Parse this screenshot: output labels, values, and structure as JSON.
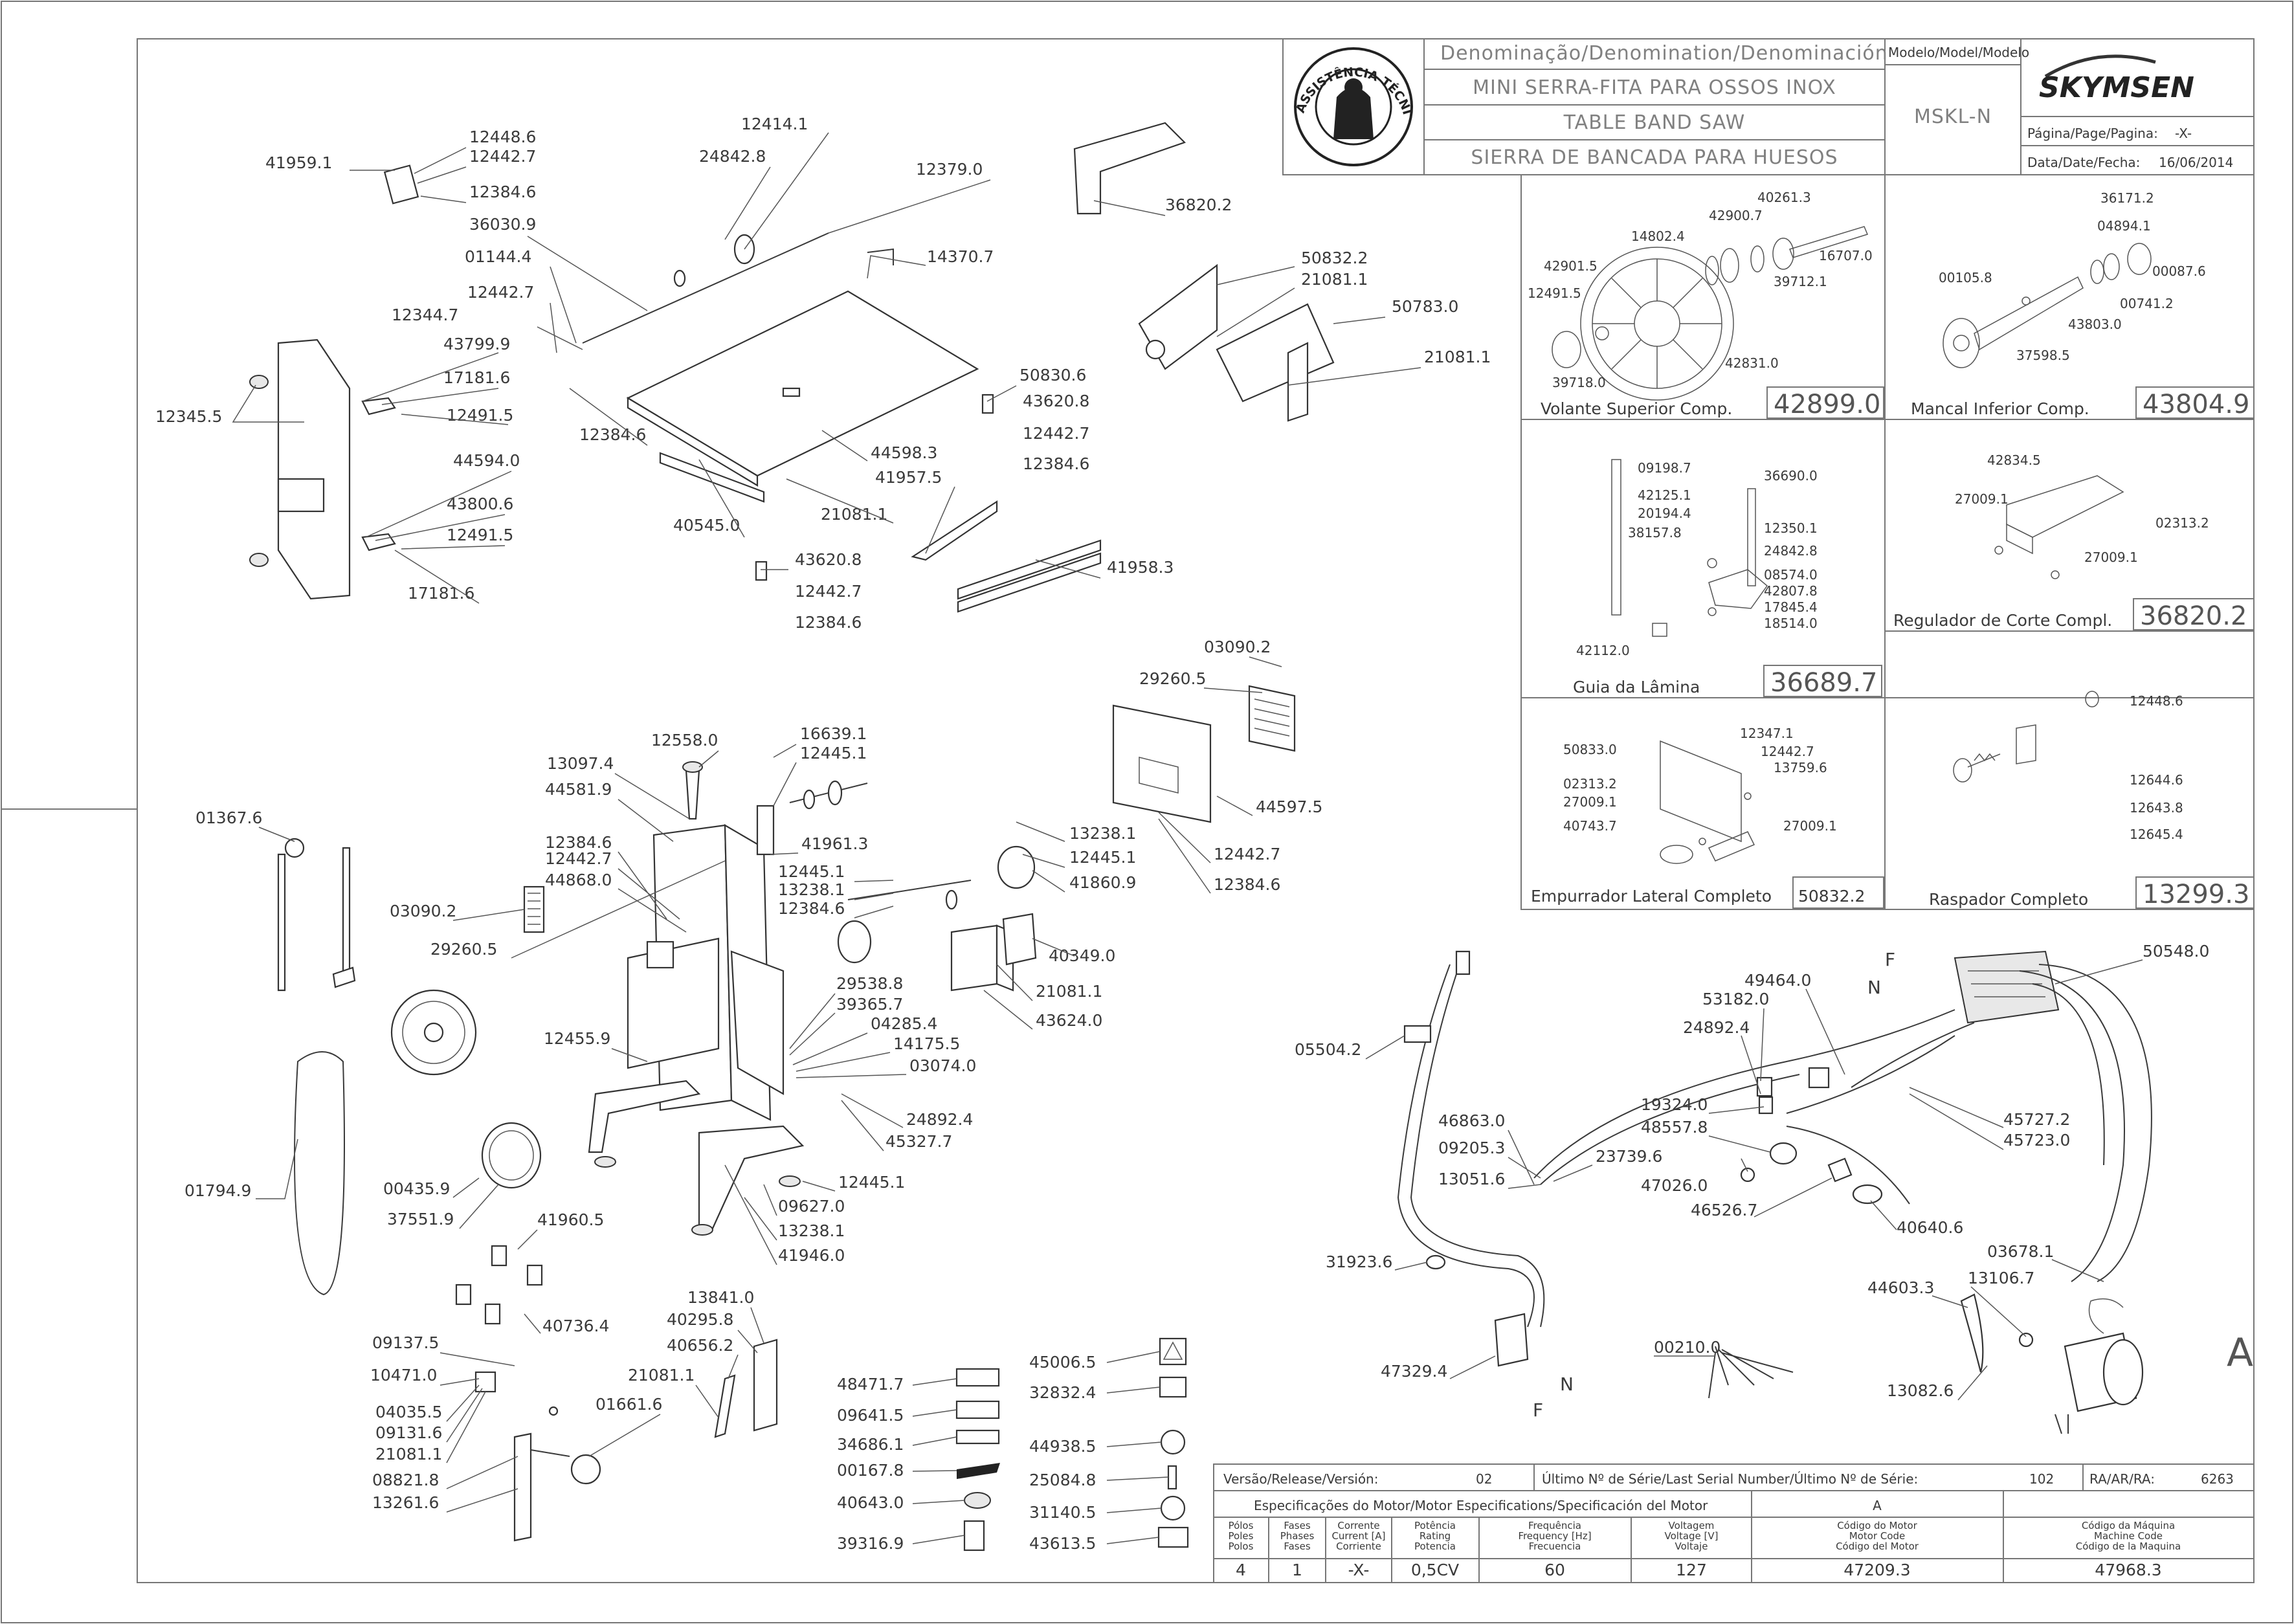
{
  "title_block": {
    "denomination_header": "Denominação/Denomination/Denominación",
    "names": [
      "MINI SERRA-FITA PARA OSSOS INOX",
      "TABLE BAND SAW",
      "SIERRA DE BANCADA PARA HUESOS"
    ],
    "model_header": "Modelo/Model/Modelo",
    "model": "MSKL-N",
    "brand": "SKYMSEN",
    "page_label": "Página/Page/Pagina:",
    "page_value": "-X-",
    "date_label": "Data/Date/Fecha:",
    "date_value": "16/06/2014",
    "seal_text": "ASSISTÊNCIA TÉCNICA AUTORIZADA"
  },
  "subassemblies": [
    {
      "title": "Volante Superior Comp.",
      "code": "42899.0",
      "parts": [
        "40261.3",
        "42900.7",
        "14802.4",
        "16707.0",
        "42901.5",
        "39712.1",
        "12491.5",
        "42831.0",
        "39718.0"
      ]
    },
    {
      "title": "Mancal Inferior Comp.",
      "code": "43804.9",
      "parts": [
        "36171.2",
        "04894.1",
        "00105.8",
        "00087.6",
        "00741.2",
        "43803.0",
        "37598.5"
      ]
    },
    {
      "title": "Guia da Lâmina",
      "code": "36689.7",
      "parts": [
        "09198.7",
        "36690.0",
        "42125.1",
        "20194.4",
        "38157.8",
        "12350.1",
        "24842.8",
        "08574.0",
        "42807.8",
        "17845.4",
        "18514.0",
        "42112.0"
      ]
    },
    {
      "title": "Regulador de Corte Compl.",
      "code": "36820.2",
      "parts": [
        "42834.5",
        "27009.1",
        "02313.2",
        "27009.1"
      ]
    },
    {
      "title": "Empurrador Lateral Completo",
      "code": "50832.2",
      "parts": [
        "12347.1",
        "50833.0",
        "12442.7",
        "13759.6",
        "02313.2",
        "27009.1",
        "40743.7",
        "27009.1"
      ]
    },
    {
      "title": "Raspador Completo",
      "code": "13299.3",
      "parts": [
        "12448.6",
        "12644.6",
        "12643.8",
        "12645.4"
      ]
    }
  ],
  "callouts": {
    "upper": [
      "41959.1",
      "12448.6",
      "12442.7",
      "12384.6",
      "36030.9",
      "12414.1",
      "24842.8",
      "12379.0",
      "01144.4",
      "12442.7",
      "12344.7",
      "12345.5",
      "43799.9",
      "17181.6",
      "12491.5",
      "12384.6",
      "44594.0",
      "43800.6",
      "12491.5",
      "17181.6",
      "14370.7",
      "40545.0",
      "44598.3",
      "21081.1",
      "41957.5",
      "36820.2",
      "50832.2",
      "21081.1",
      "50783.0",
      "21081.1",
      "50830.6",
      "43620.8",
      "12442.7",
      "12384.6",
      "41958.3",
      "43620.8",
      "12442.7",
      "12384.6"
    ],
    "middle": [
      "01367.6",
      "13097.4",
      "44581.9",
      "12384.6",
      "12442.7",
      "44868.0",
      "03090.2",
      "29260.5",
      "12558.0",
      "16639.1",
      "12445.1",
      "41961.3",
      "12445.1",
      "13238.1",
      "12384.6",
      "13238.1",
      "12445.1",
      "41860.9",
      "40349.0",
      "21081.1",
      "43624.0",
      "29538.8",
      "39365.7",
      "04285.4",
      "14175.5",
      "03074.0",
      "12455.9",
      "24892.4",
      "45327.7",
      "01794.9",
      "00435.9",
      "37551.9",
      "12445.1",
      "09627.0",
      "13238.1",
      "41946.0",
      "03090.2",
      "29260.5",
      "44597.5",
      "12442.7",
      "12384.6"
    ],
    "lower": [
      "41960.5",
      "40736.4",
      "09137.5",
      "10471.0",
      "04035.5",
      "09131.6",
      "21081.1",
      "08821.8",
      "13261.6",
      "13841.0",
      "40295.8",
      "40656.2",
      "21081.1",
      "01661.6"
    ],
    "labels": [
      {
        "code": "48471.7"
      },
      {
        "code": "09641.5"
      },
      {
        "code": "34686.1"
      },
      {
        "code": "00167.8"
      },
      {
        "code": "40643.0"
      },
      {
        "code": "39316.9"
      },
      {
        "code": "45006.5"
      },
      {
        "code": "32832.4"
      },
      {
        "code": "44938.5"
      },
      {
        "code": "25084.8"
      },
      {
        "code": "31140.5"
      },
      {
        "code": "43613.5"
      }
    ],
    "electric": [
      "05504.2",
      "46863.0",
      "09205.3",
      "23739.6",
      "13051.6",
      "31923.6",
      "47329.4",
      "49464.0",
      "53182.0",
      "24892.4",
      "19324.0",
      "48557.8",
      "47026.0",
      "46526.7",
      "40640.6",
      "50548.0",
      "45727.2",
      "45723.0",
      "03678.1",
      "44603.3",
      "13106.7",
      "13082.6",
      "00210.0"
    ],
    "wire_letters": {
      "f1": "F",
      "n1": "N",
      "n2": "N",
      "f2": "F",
      "a": "A"
    }
  },
  "release": {
    "version_label": "Versão/Release/Versión:",
    "version_value": "02",
    "serial_label": "Último Nº de Série/Last Serial Number/Último Nº de Série:",
    "serial_value": "102",
    "ra_label": "RA/AR/RA:",
    "ra_value": "6263"
  },
  "motor_spec": {
    "title": "Especificações do Motor/Motor Especifications/Specificación del Motor",
    "group": "A",
    "columns": [
      "Pólos\nPoles\nPolos",
      "Fases\nPhases\nFases",
      "Corrente\nCurrent [A]\nCorriente",
      "Potência\nRating\nPotencia",
      "Frequência\nFrequency [Hz]\nFrecuencia",
      "Voltagem\nVoltage [V]\nVoltaje",
      "Código do Motor\nMotor Code\nCódigo del Motor",
      "Código da Máquina\nMachine Code\nCódigo de la Maquina"
    ],
    "values": [
      "4",
      "1",
      "-X-",
      "0,5CV",
      "60",
      "127",
      "47209.3",
      "47968.3"
    ]
  }
}
